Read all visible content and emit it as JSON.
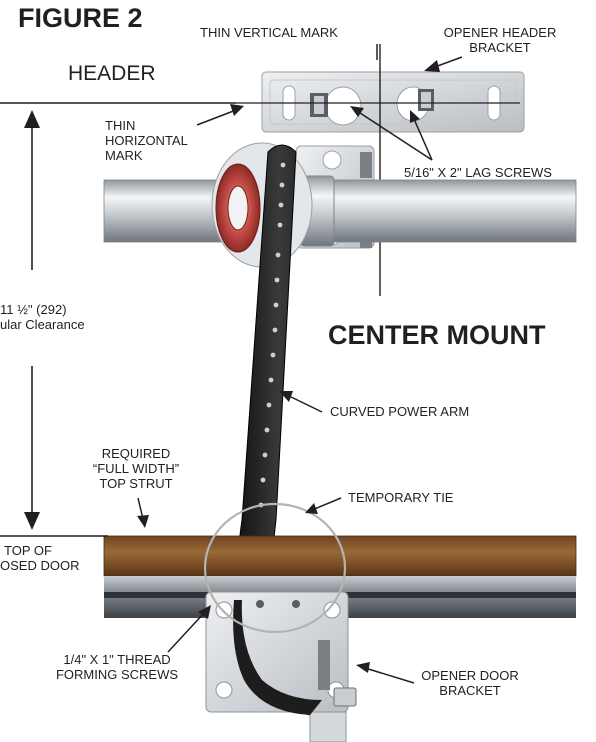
{
  "figure_title": "FIGURE 2",
  "header_label": "HEADER",
  "mount_title": "CENTER MOUNT",
  "callouts": {
    "thin_vertical_mark": "THIN VERTICAL MARK",
    "opener_header_bracket_line1": "OPENER HEADER",
    "opener_header_bracket_line2": "BRACKET",
    "thin_horizontal_mark_line1": "THIN",
    "thin_horizontal_mark_line2": "HORIZONTAL",
    "thin_horizontal_mark_line3": "MARK",
    "lag_screws": "5/16\" X 2\" LAG SCREWS",
    "clearance_line1": "11 ½\" (292)",
    "clearance_line2": "ular Clearance",
    "curved_power_arm": "CURVED POWER ARM",
    "required_strut_line1": "REQUIRED",
    "required_strut_line2": "“FULL WIDTH”",
    "required_strut_line3": "TOP STRUT",
    "temporary_tie": "TEMPORARY TIE",
    "top_of_door_line1": "TOP OF",
    "top_of_door_line2": "OSED DOOR",
    "thread_forming_screws_line1": "1/4\" X 1\" THREAD",
    "thread_forming_screws_line2": "FORMING SCREWS",
    "opener_door_bracket_line1": "OPENER DOOR",
    "opener_door_bracket_line2": "BRACKET"
  },
  "colors": {
    "ink": "#231f20",
    "strut_wood": "#8a5a2b",
    "arm": "#2b2b2b",
    "metal": "#d9dcdf",
    "tie": "#a9a9a9"
  }
}
